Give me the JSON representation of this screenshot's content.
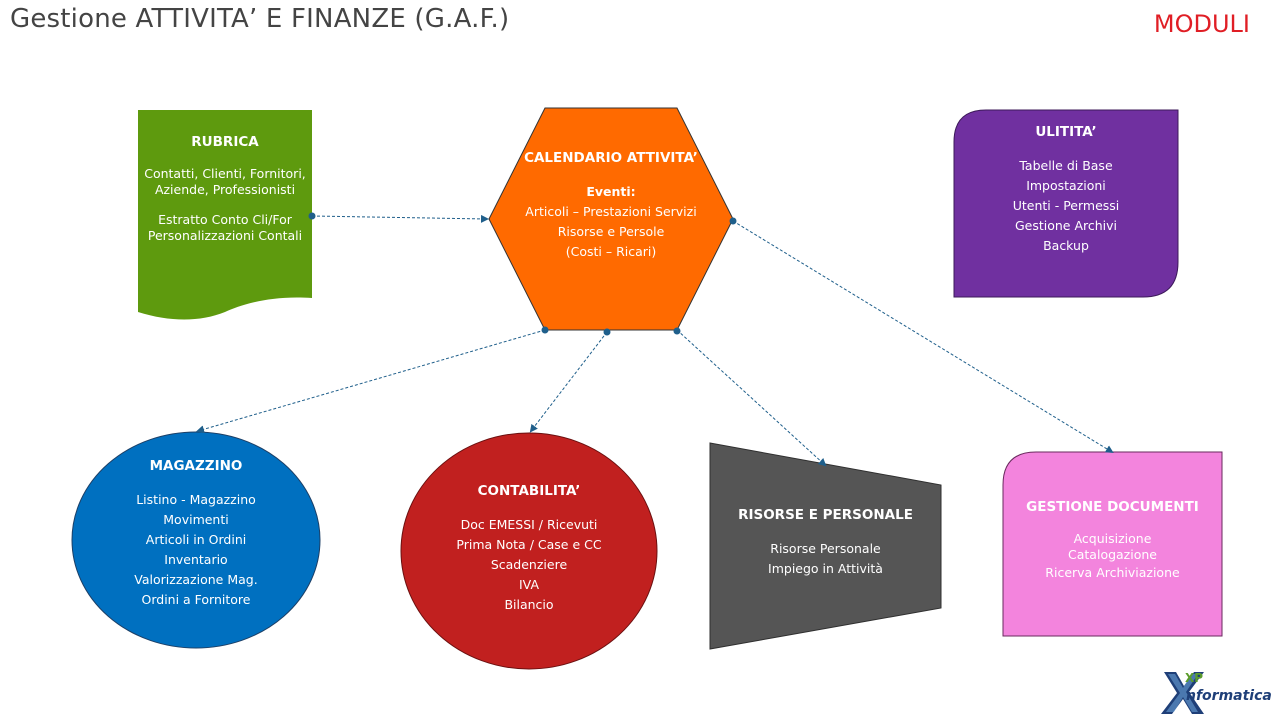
{
  "header": {
    "title": "Gestione ATTIVITA’ E FINANZE  (G.A.F.)",
    "moduli": "MODULI"
  },
  "colors": {
    "rubrica": "#5e9a0e",
    "calendario": "#ff6a00",
    "utilita": "#7030a0",
    "magazzino": "#0070c0",
    "contabilita": "#c1201f",
    "risorse": "#555555",
    "documenti": "#f384dd",
    "connector": "#1f5f8b"
  },
  "rubrica": {
    "title": "RUBRICA",
    "lines": [
      "Contatti, Clienti, Fornitori,",
      "Aziende,  Professionisti"
    ],
    "lines2": [
      "Estratto Conto Cli/For",
      "Personalizzazioni Contali"
    ]
  },
  "calendario": {
    "title": "CALENDARIO ATTIVITA’",
    "subtitle": "Eventi:",
    "lines": [
      "Articoli – Prestazioni Servizi",
      "Risorse e Persole",
      "(Costi – Ricari)"
    ]
  },
  "utilita": {
    "title": "ULITITA’",
    "lines": [
      "Tabelle di Base",
      "Impostazioni",
      "Utenti - Permessi",
      "Gestione Archivi",
      "Backup"
    ]
  },
  "magazzino": {
    "title": "MAGAZZINO",
    "lines": [
      "Listino  - Magazzino",
      "Movimenti",
      "Articoli in Ordini",
      "Inventario",
      "Valorizzazione Mag.",
      "Ordini a Fornitore"
    ]
  },
  "contabilita": {
    "title": "CONTABILITA’",
    "lines": [
      "Doc EMESSI  / Ricevuti",
      "Prima Nota / Case e CC",
      "Scadenziere",
      "IVA",
      "Bilancio"
    ]
  },
  "risorse": {
    "title": "RISORSE E PERSONALE",
    "lines": [
      "Risorse Personale",
      "Impiego in Attività"
    ]
  },
  "documenti": {
    "title": "GESTIONE DOCUMENTI",
    "lines": [
      "Acquisizione",
      "Catalogazione",
      "Ricerva  Archiviazione"
    ]
  },
  "logo": {
    "mark": "XP",
    "text": "nformatica"
  }
}
